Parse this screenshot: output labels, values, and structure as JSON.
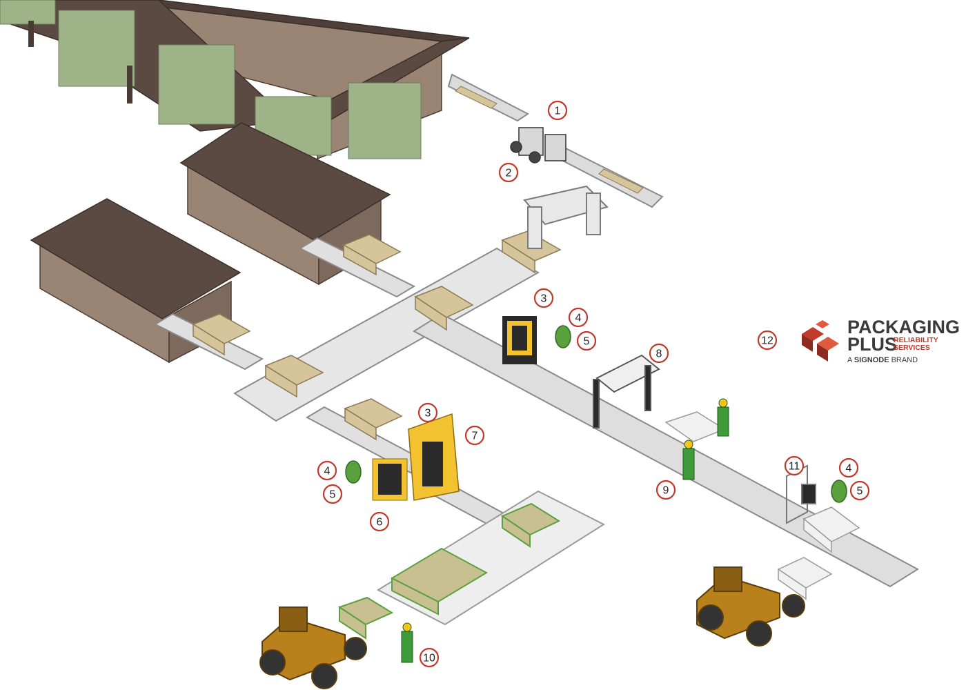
{
  "markers": [
    {
      "label": "1"
    },
    {
      "label": "2"
    },
    {
      "label": "3"
    },
    {
      "label": "4"
    },
    {
      "label": "5"
    },
    {
      "label": "8"
    },
    {
      "label": "12"
    },
    {
      "label": "3"
    },
    {
      "label": "7"
    },
    {
      "label": "4"
    },
    {
      "label": "5"
    },
    {
      "label": "6"
    },
    {
      "label": "9"
    },
    {
      "label": "11"
    },
    {
      "label": "4"
    },
    {
      "label": "5"
    },
    {
      "label": "10"
    }
  ],
  "logo": {
    "line1": "PACKAGING",
    "line2": "PLUS",
    "tag_line1": "RELIABILITY",
    "tag_line2": "SERVICES",
    "brand_prefix": "A ",
    "brand_name": "SIGNODE",
    "brand_suffix": " BRAND"
  },
  "colors": {
    "marker_ring": "#c0392b",
    "roof": "#5a4a42",
    "wall": "#9a8474",
    "lumber": "#d6c49a",
    "wrap_green": "#5aa03c",
    "machine_yellow": "#f2c230",
    "loader_body": "#b8811c",
    "conveyor": "#c9c9c9",
    "worker": "#3f9a3a"
  }
}
